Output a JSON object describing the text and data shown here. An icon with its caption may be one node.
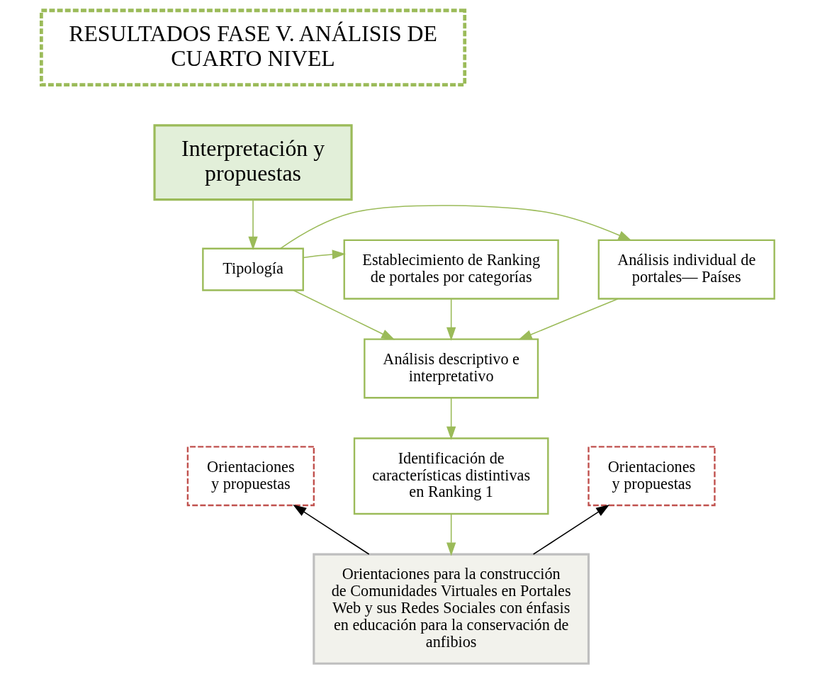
{
  "diagram": {
    "nodes": [
      {
        "text": [
          "RESULTADOS FASE V. ANÁLISIS DE CUARTO NIVEL"
        ]
      },
      {
        "text": [
          "Interpretación y propuestas"
        ]
      },
      {
        "text": [
          "Análisis individual de portales— Países"
        ]
      },
      {
        "text": [
          "Tipología"
        ]
      },
      {
        "text": [
          "Establecimiento de Ranking de portales por categorías"
        ]
      },
      {
        "text": [
          "Análisis descriptivo e interpretativo"
        ]
      },
      {
        "text": [
          "Orientaciones y propuestas"
        ]
      },
      {
        "text": [
          "Identificación de características distintivas en Ranking 1"
        ]
      },
      {
        "text": [
          "Orientaciones y propuestas"
        ]
      },
      {
        "text": [
          "Orientaciones para la construcción de Comunidades Virtuales en Portales Web y sus Redes Sociales con énfasis en educación para la conservación de anfibios"
        ]
      }
    ],
    "edges": [
      {
        "from": 1,
        "to": 3,
        "arrow": "to"
      },
      {
        "from": 3,
        "to": 2,
        "arrow": "to"
      },
      {
        "from": 3,
        "to": 4,
        "arrow": "to"
      },
      {
        "from": 3,
        "to": 5,
        "arrow": "to"
      },
      {
        "from": 2,
        "to": 5,
        "arrow": "to"
      },
      {
        "from": 4,
        "to": 5,
        "arrow": "to"
      },
      {
        "from": 5,
        "to": 7,
        "arrow": "to"
      },
      {
        "from": 7,
        "to": 9,
        "arrow": "to"
      },
      {
        "from": 9,
        "to": 6,
        "arrow": "to",
        "color": "#000000"
      },
      {
        "from": 9,
        "to": 8,
        "arrow": "to",
        "color": "#000000"
      }
    ]
  }
}
